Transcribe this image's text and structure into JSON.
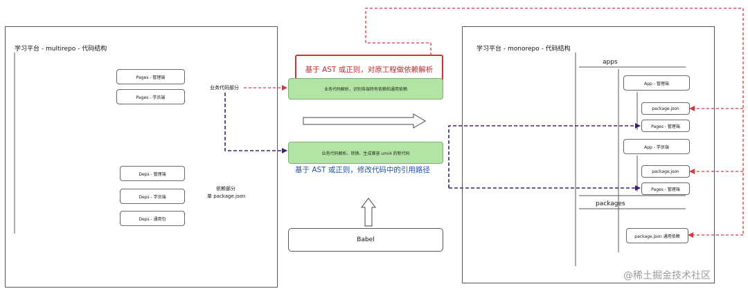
{
  "multirepo": {
    "title": "学习平台 - multirepo - 代码结构",
    "pages": [
      "Pages - 管理端",
      "Pages - 学员端"
    ],
    "deps": [
      "Deps - 管理端",
      "Deps - 学员端",
      "Deps - 通用包"
    ],
    "biz_label": "业务代码部分",
    "dep_label_line1": "依赖部分",
    "dep_label_line2": "单 package.json"
  },
  "middle": {
    "red_note": "基于 AST 或正则，对原工程做依赖解析",
    "green_top": "业务代码解析，识别各端特有依赖和通用依赖",
    "green_bottom": "业务代码解析、转换、生成兼容 umi4 的新代码",
    "blue_note": "基于 AST 或正则，修改代码中的引用路径",
    "babel": "Babel"
  },
  "monorepo": {
    "title": "学习平台 - monorepo - 代码结构",
    "apps_label": "apps",
    "packages_label": "packages",
    "app_admin": "App - 管理端",
    "app_student": "App - 学员端",
    "pkg_json_1": "package.json",
    "pages_1": "Pages - 管理端",
    "pkg_json_2": "package.json",
    "pages_2": "Pages - 管理端",
    "common_pkg": "package.json 通用依赖"
  },
  "watermark": "@稀土掘金技术社区",
  "colors": {
    "red_arrow": "#d9363e",
    "purple_arrow": "#3b1d7a",
    "green_fill": "#b4e3a6",
    "red_note": "#c62828",
    "blue_note": "#1f4fb0"
  }
}
